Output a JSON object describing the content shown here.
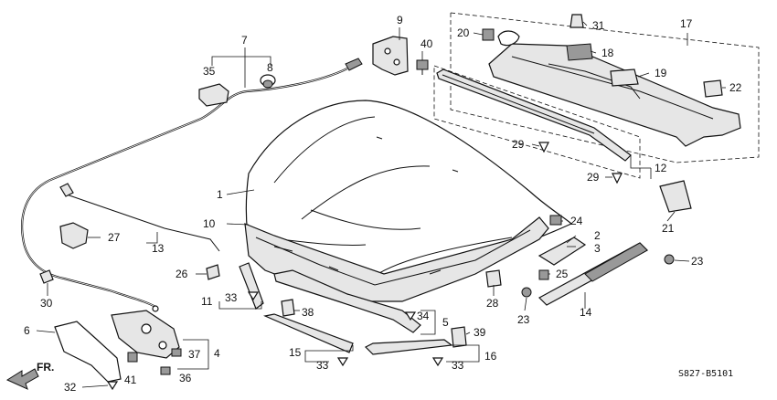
{
  "diagram_code": "S827-B5101",
  "front_marker": "FR.",
  "callouts": {
    "c1": "1",
    "c2": "2",
    "c3": "3",
    "c4": "4",
    "c5": "5",
    "c6": "6",
    "c7": "7",
    "c8": "8",
    "c9": "9",
    "c10": "10",
    "c11": "11",
    "c12": "12",
    "c13": "13",
    "c14": "14",
    "c15": "15",
    "c16": "16",
    "c17": "17",
    "c18": "18",
    "c19": "19",
    "c20": "20",
    "c21": "21",
    "c22": "22",
    "c23a": "23",
    "c23b": "23",
    "c24": "24",
    "c25": "25",
    "c26": "26",
    "c27": "27",
    "c28": "28",
    "c29a": "29",
    "c29b": "29",
    "c30": "30",
    "c31": "31",
    "c32": "32",
    "c33a": "33",
    "c33b": "33",
    "c33c": "33",
    "c34": "34",
    "c35": "35",
    "c36": "36",
    "c37": "37",
    "c38": "38",
    "c39": "39",
    "c40": "40",
    "c41": "41"
  }
}
